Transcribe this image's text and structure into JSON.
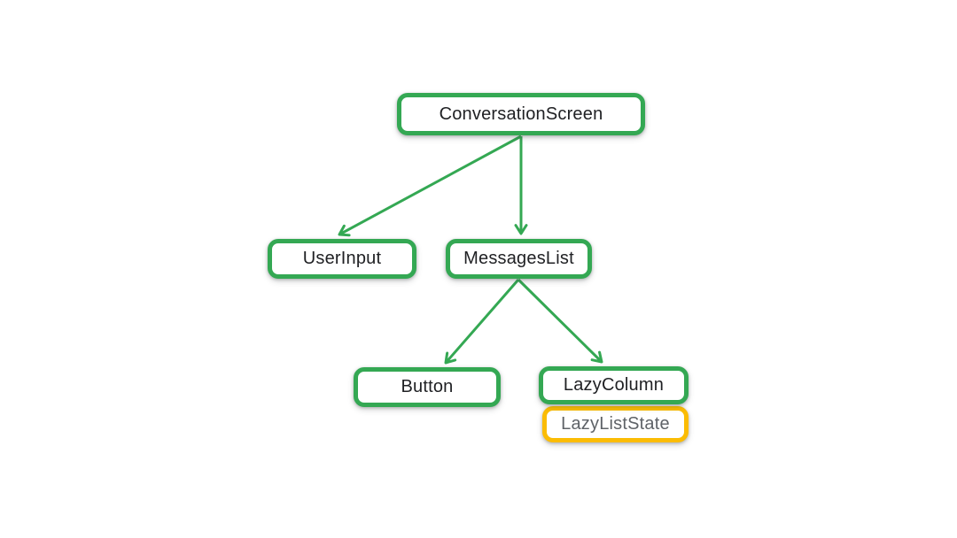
{
  "diagram": {
    "type": "tree",
    "description": "UI component hierarchy tree",
    "nodes": [
      {
        "id": "conversation-screen",
        "label": "ConversationScreen",
        "variant": "composable"
      },
      {
        "id": "user-input",
        "label": "UserInput",
        "variant": "composable"
      },
      {
        "id": "messages-list",
        "label": "MessagesList",
        "variant": "composable"
      },
      {
        "id": "button",
        "label": "Button",
        "variant": "composable"
      },
      {
        "id": "lazy-column",
        "label": "LazyColumn",
        "variant": "composable"
      },
      {
        "id": "lazy-list-state",
        "label": "LazyListState",
        "variant": "state"
      }
    ],
    "edges": [
      {
        "from": "ConversationScreen",
        "to": "UserInput",
        "style": "arrow"
      },
      {
        "from": "ConversationScreen",
        "to": "MessagesList",
        "style": "arrow"
      },
      {
        "from": "MessagesList",
        "to": "Button",
        "style": "arrow"
      },
      {
        "from": "MessagesList",
        "to": "LazyColumn",
        "style": "arrow"
      },
      {
        "from": "LazyColumn",
        "to": "LazyListState",
        "style": "attached-box"
      }
    ],
    "colors": {
      "composable_border": "#34A853",
      "state_border": "#FBBC04",
      "edge": "#34A853",
      "label_text": "#202124",
      "state_label_text": "#5F6368",
      "background": "#FFFFFF"
    }
  }
}
